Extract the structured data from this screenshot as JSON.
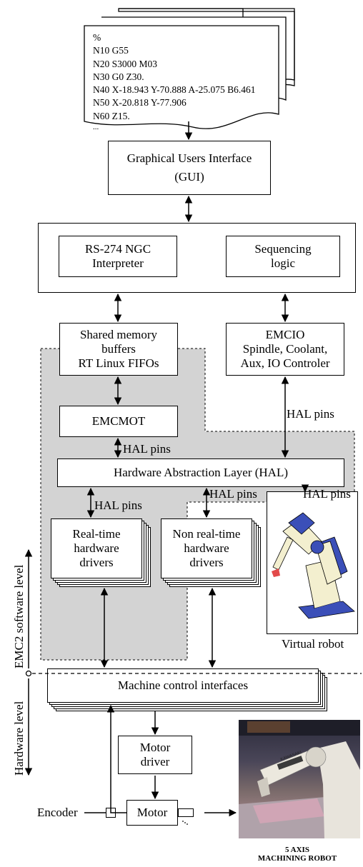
{
  "gcode_lines": [
    "%",
    "N10 G55",
    "N20 S3000 M03",
    "N30 G0 Z30.",
    "N40 X-18.943 Y-70.888 A-25.075 B6.461",
    "N50 X-20.818 Y-77.906",
    "N60 Z15.",
    "..."
  ],
  "gui": {
    "line1": "Graphical Users Interface",
    "line2": "(GUI)"
  },
  "interpreter": {
    "line1": "RS-274 NGC",
    "line2": "Interpreter"
  },
  "sequencing": {
    "line1": "Sequencing",
    "line2": "logic"
  },
  "shared_memory": {
    "line1": "Shared memory",
    "line2": "buffers",
    "line3": "RT Linux FIFOs"
  },
  "emcio": {
    "line1": "EMCIO",
    "line2": "Spindle, Coolant,",
    "line3": "Aux, IO Controler"
  },
  "emcmot": "EMCMOT",
  "hal": "Hardware Abstraction Layer (HAL)",
  "hal_pins": "HAL pins",
  "rt_drivers": {
    "line1": "Real-time",
    "line2": "hardware",
    "line3": "drivers"
  },
  "nrt_drivers": {
    "line1": "Non real-time",
    "line2": "hardware",
    "line3": "drivers"
  },
  "virtual_robot": "Virtual robot",
  "software_level": "EMC2 software level",
  "hardware_level": "Hardware level",
  "machine_control": "Machine control interfaces",
  "motor_driver": {
    "line1": "Motor",
    "line2": "driver"
  },
  "motor": "Motor",
  "encoder": "Encoder",
  "photo_caption": {
    "line1": "5 AXIS",
    "line2": "MACHINING ROBOT"
  },
  "photo_brand": "KAWASAKI",
  "colors": {
    "shaded_region": "#d3d3d3",
    "robot_blue": "#3b4fb8",
    "robot_cream": "#f3efcf"
  }
}
